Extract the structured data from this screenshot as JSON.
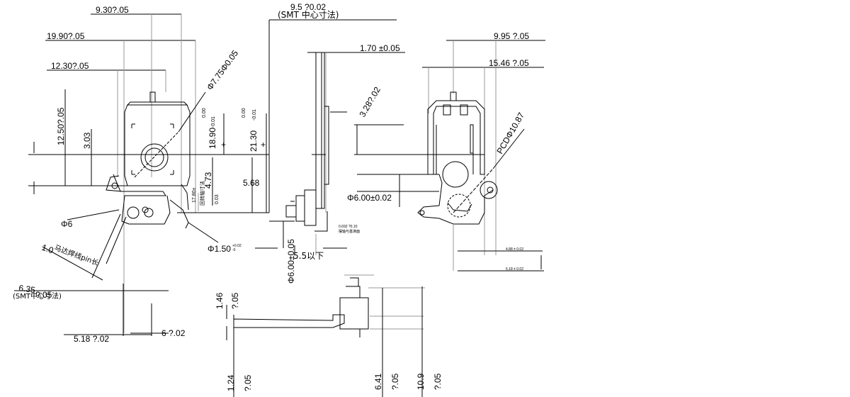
{
  "drawing": {
    "line_color": "#000000",
    "background": "#ffffff",
    "front_view": {
      "dim_width_top": "9.30?.05",
      "dim_width_outer": "19.90?.05",
      "dim_width_inner": "12.30?.05",
      "dim_height_left": "12.50?.05",
      "dim_offset_left": "3.03",
      "dim_diameter_main": "Φ7.75Φ0.05",
      "dim_height_body": "18.90",
      "dim_height_body_tol_upper": "0.00",
      "dim_height_body_tol_lower": "-0.01",
      "dim_height_total": "21.30",
      "dim_height_total_tol_upper": "0.00",
      "dim_height_total_tol_lower": "-0.01",
      "dim_shaft_center": "17.80±",
      "dim_shaft_note": "回转轴寸法",
      "dim_shaft_offset": "4.73",
      "dim_small_offset": "0.03",
      "dim_lower_height": "5.68",
      "dim_pin_dia": "Φ6",
      "dim_pin_hole": "Φ1.50",
      "dim_pin_hole_tol_upper": "+0.02",
      "dim_pin_hole_tol_lower": "-0",
      "dim_pin_length_prefix": "1.0",
      "dim_pin_length_note": "马达焊线pin长",
      "dim_smt_length": "6.35",
      "dim_smt_length_tol": "?.05",
      "dim_smt_note": "(SMT中心寸法)",
      "dim_bottom_inner": "6 ?.02",
      "dim_bottom_outer": "5.18 ?.02"
    },
    "side_view": {
      "dim_smt_top": "9.5 ?0.02",
      "dim_smt_top_note": "(SMT 中心寸法)",
      "dim_thickness": "1.70 ±0.05",
      "dim_offset_small": "3.28?.02",
      "dim_shaft_dia": "Φ6.00±0.02",
      "dim_gap": "0.692 ?0.10",
      "dim_gap_note": "摆轴与基准面",
      "dim_lower_dia": "Φ6.00±0.05",
      "dim_below": "5.5以下"
    },
    "right_view": {
      "dim_width_top": "9.95 ?.05",
      "dim_width_outer": "15.46 ?.05",
      "dim_pcd": "PCDΦ10.87",
      "dim_bottom_small": "4.88 ± 0.02",
      "dim_bottom_wide": "5.18 ± 0.02"
    },
    "bottom_view": {
      "dim_height_a": "1.46",
      "dim_height_a_tol": "?.05",
      "dim_height_b": "1.24",
      "dim_height_b_tol": "?.05",
      "dim_height_c": "6.41",
      "dim_height_c_tol": "?.05",
      "dim_height_d": "10.9",
      "dim_height_d_tol": "?.05"
    }
  }
}
